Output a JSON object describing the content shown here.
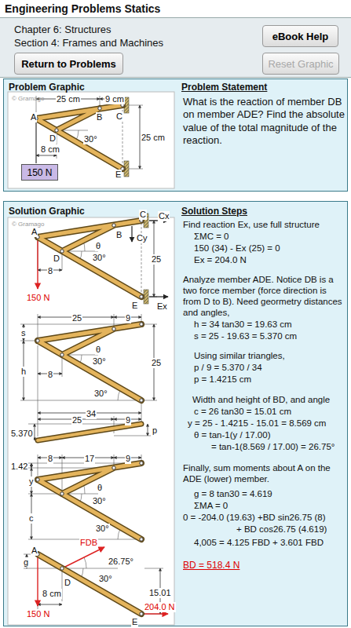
{
  "diagram": {
    "title": "Engineering Problems Statics",
    "nodes": [
      {
        "text": [
          "Chapter 6: Structures",
          "Section 4: Frames and Machines"
        ]
      },
      {
        "text": [
          "eBook Help"
        ],
        "in": 0
      },
      {
        "text": [
          "Return to Problems"
        ],
        "in": 0
      },
      {
        "text": [
          "Reset Graphic"
        ],
        "in": 0
      },
      {
        "text": [
          "Problem Graphic",
          "Problem Statement",
          "What is the reaction of member DB on member ADE? Find the absolute value of the total magnitude of the reaction."
        ]
      },
      {
        "text": [
          "150 N"
        ],
        "in": 4
      },
      {
        "text": [
          "Solution Graphic",
          "Solution Steps",
          "Find reaction Ex, use full structure",
          "ΣMC = 0",
          "150 (34) - Ex (25) = 0",
          "Ex = 204.0 N",
          "Analyze member ADE. Notice DB is a two force member (force direction is from D to B). Need geormetry distances and angles,",
          "h = 34 tan30 = 19.63 cm",
          "s = 25 - 19.63 = 5.370 cm",
          "Using similar triangles,",
          "p / 9 = 5.370 / 34",
          "p = 1.4215 cm",
          "Width and height of BD, and angle",
          "c = 26 tan30 = 15.01 cm",
          "y = 25 - 1.4215 - 15.01 = 8.569 cm",
          "θ = tan-1(y / 17.00)",
          "= tan-1(8.569 / 17.00) = 26.75°",
          "Finally, sum moments about A on the ADE (lower) member.",
          "g = 8 tan30 = 4.619",
          "ΣMA = 0",
          "0 = -204.0 (19.63) +BD sin26.75 (8)",
          "+ BD cos26.75 (4.619)",
          "4,005 = 4.125 FBD + 3.601 FBD",
          "BD = 518.4 N"
        ]
      }
    ],
    "labels": [
      "© Gramago",
      "25 cm",
      "9 cm",
      "A",
      "B",
      "C",
      "D",
      "30°",
      "25 cm",
      "8 cm",
      "E",
      "© Gramago",
      "A",
      "C",
      "B",
      "Cx",
      "D",
      "θ",
      "Cy",
      "30°",
      "25",
      "8",
      "150 N",
      "E",
      "Ex",
      "25",
      "9",
      "s",
      "θ",
      "h",
      "30°",
      "25",
      "8",
      "30°",
      "34",
      "25",
      "9",
      "5.370",
      "p",
      "1.42",
      "8",
      "17",
      "9",
      "y",
      "θ",
      "30°",
      "c",
      "30°",
      "A",
      "FDB",
      "g",
      "D",
      "26.75°",
      "30°",
      "15.01",
      "8 cm",
      "150 N",
      "E",
      "204.0 N"
    ]
  }
}
